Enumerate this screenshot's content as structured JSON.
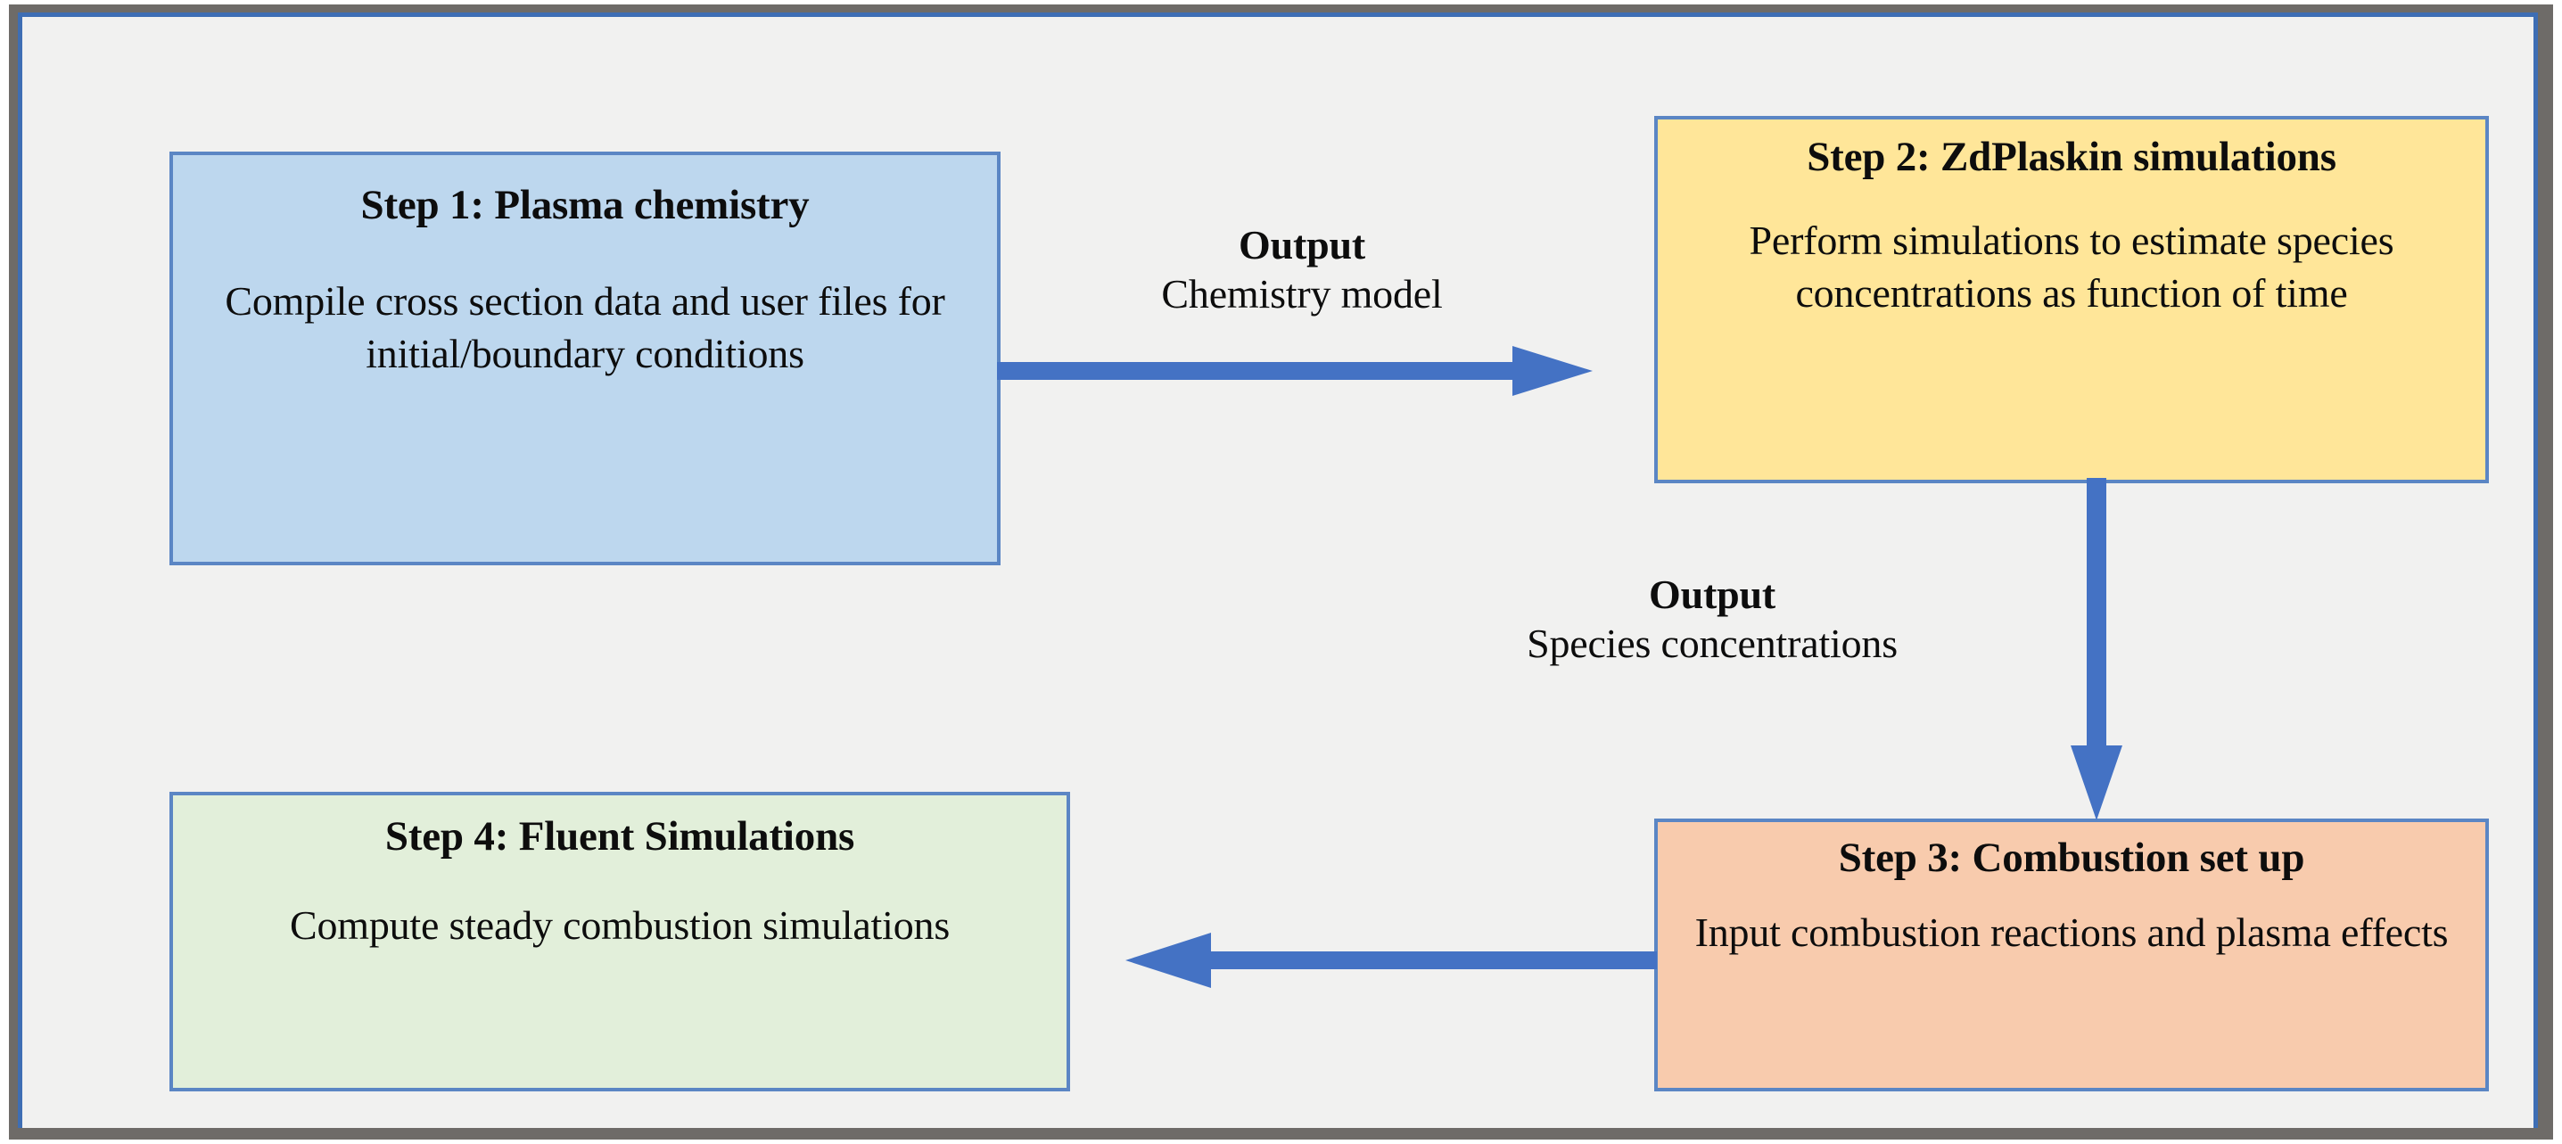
{
  "figure": {
    "kind": "process-flowchart",
    "background_color": "#F1F1F0",
    "frame_border_color": "#3E6EB4",
    "outer_border_color": "#6E6B68"
  },
  "steps": [
    {
      "id": "step1",
      "title": "Step 1: Plasma chemistry",
      "body": "Compile cross section data and user files for initial/boundary conditions",
      "fill_color": "#BDD7EE",
      "border_color": "#5B86C4"
    },
    {
      "id": "step2",
      "title": "Step 2: ZdPlaskin simulations",
      "body": "Perform simulations to estimate species concentrations as function of time",
      "fill_color": "#FFE699",
      "border_color": "#5B86C4"
    },
    {
      "id": "step3",
      "title": "Step 3: Combustion set up",
      "body": "Input combustion reactions and plasma effects",
      "fill_color": "#F8CBAD",
      "border_color": "#5B86C4"
    },
    {
      "id": "step4",
      "title": "Step 4: Fluent Simulations",
      "body": "Compute steady combustion simulations",
      "fill_color": "#E2EFDA",
      "border_color": "#5B86C4"
    }
  ],
  "arrows": [
    {
      "id": "arrow-1-to-2",
      "from": "step1",
      "to": "step2",
      "direction": "right",
      "color": "#4472C4",
      "label_head": "Output",
      "label_sub": "Chemistry model"
    },
    {
      "id": "arrow-2-to-3",
      "from": "step2",
      "to": "step3",
      "direction": "down",
      "color": "#4472C4",
      "label_head": "Output",
      "label_sub": "Species concentrations"
    },
    {
      "id": "arrow-3-to-4",
      "from": "step3",
      "to": "step4",
      "direction": "left",
      "color": "#4472C4",
      "label_head": "",
      "label_sub": ""
    }
  ],
  "labels": {
    "output_chemistry": {
      "head": "Output",
      "sub": "Chemistry model"
    },
    "output_species": {
      "head": "Output",
      "sub": "Species concentrations"
    }
  }
}
